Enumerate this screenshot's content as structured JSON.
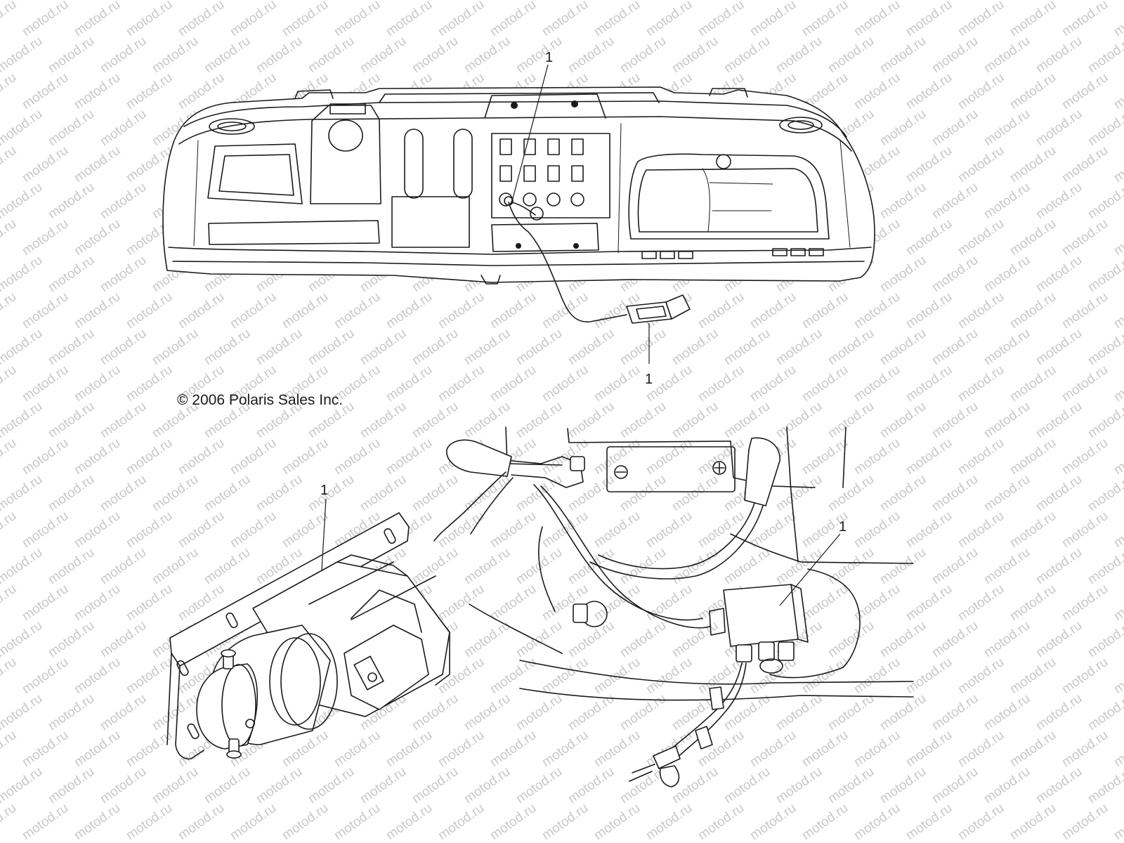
{
  "watermark": {
    "text": "motod.ru",
    "color": "#c8c8c8"
  },
  "copyright": "© 2006 Polaris Sales Inc.",
  "callouts": [
    {
      "label": "1"
    },
    {
      "label": "1"
    },
    {
      "label": "1"
    },
    {
      "label": "1"
    }
  ],
  "colors": {
    "line": "#1a1a1a",
    "background": "#ffffff"
  }
}
